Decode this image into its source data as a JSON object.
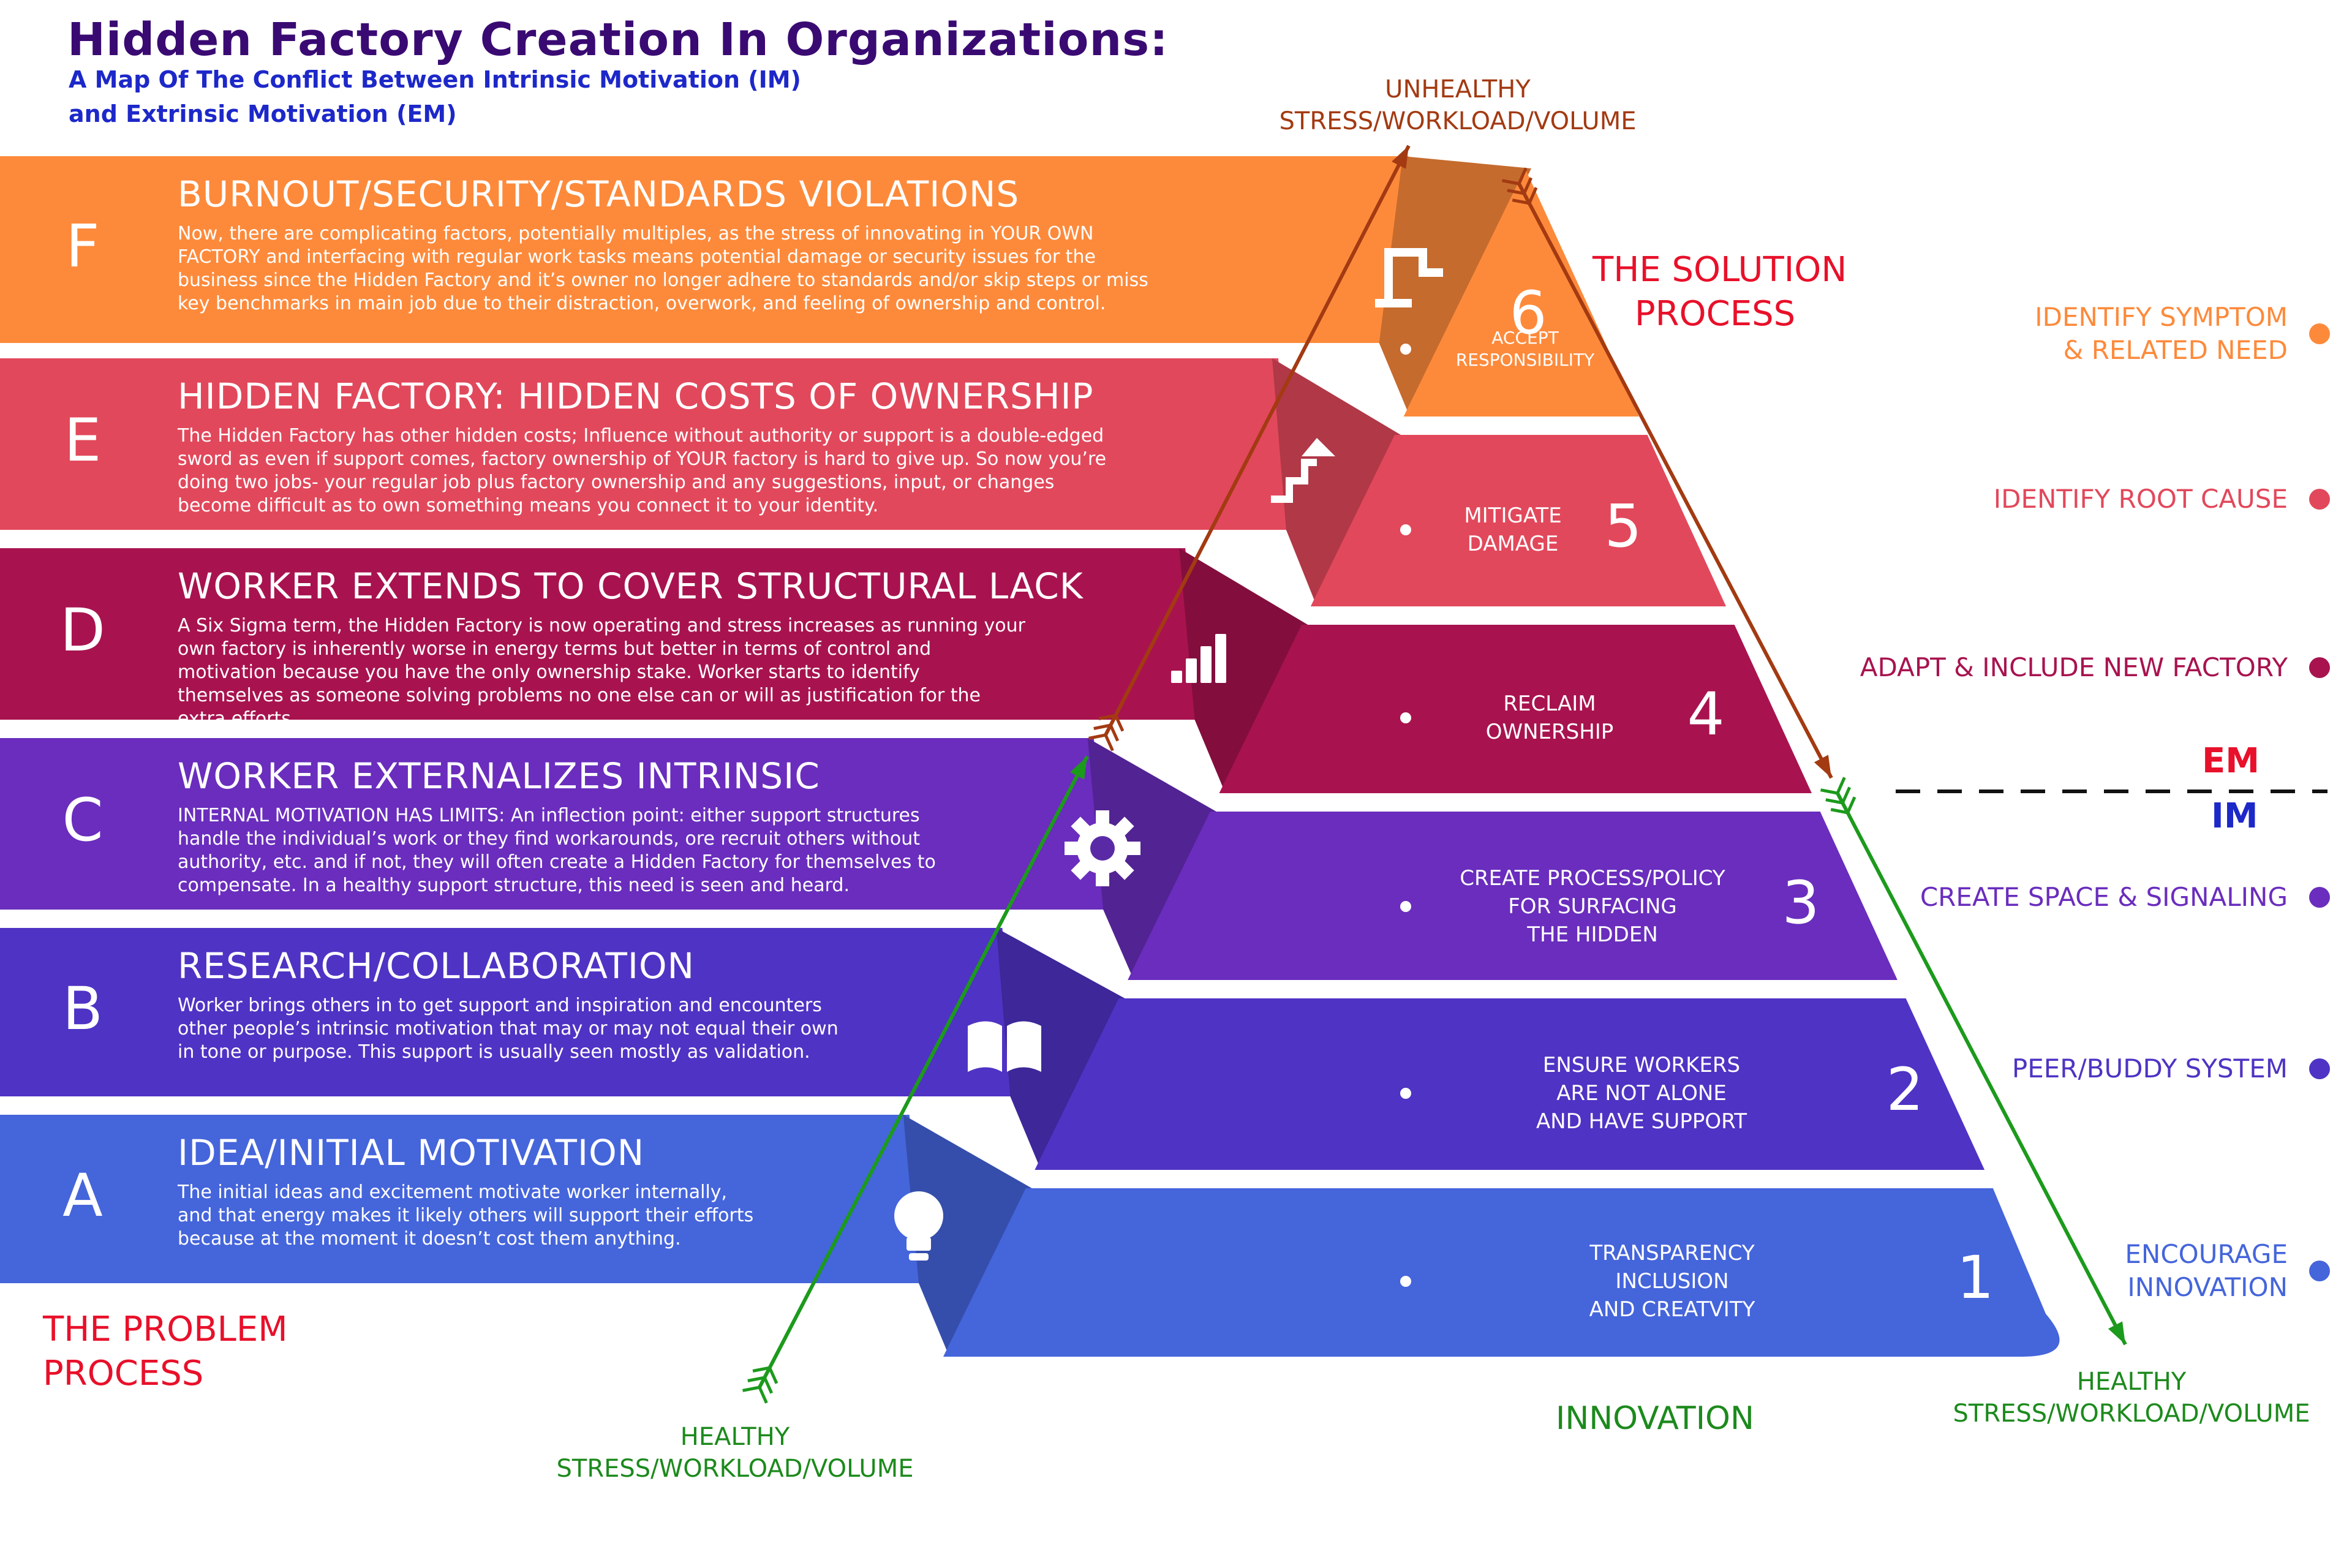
{
  "header": {
    "title": "Hidden Factory Creation In Organizations:",
    "subtitle_line1": "A Map Of The Conflict Between Intrinsic Motivation (IM)",
    "subtitle_line2": "and Extrinsic Motivation (EM)"
  },
  "stages": [
    {
      "letter": "A",
      "title": "IDEA/INITIAL MOTIVATION",
      "lines": [
        "The initial ideas and excitement motivate worker internally,",
        "and that energy makes it likely others will support their efforts",
        "because at the moment it doesn’t cost them anything."
      ],
      "color": "#4565db",
      "icon": "lightbulb-icon"
    },
    {
      "letter": "B",
      "title": "RESEARCH/COLLABORATION",
      "lines": [
        "Worker brings others in to get support and inspiration and encounters",
        "other people’s intrinsic motivation that may or may not equal their own",
        "in tone or purpose.  This support is usually seen mostly as validation."
      ],
      "color": "#4f33c4",
      "icon": "book-icon"
    },
    {
      "letter": "C",
      "title": "WORKER EXTERNALIZES INTRINSIC",
      "lines": [
        "INTERNAL MOTIVATION HAS LIMITS: An inflection point: either support structures",
        "handle the individual’s work or they find workarounds, ore recruit others without",
        "authority, etc. and if not, they will often create a Hidden Factory for themselves to",
        "compensate. In a healthy support structure, this need is seen and heard."
      ],
      "color": "#6a2dbd",
      "icon": "gear-icon"
    },
    {
      "letter": "D",
      "title": "WORKER EXTENDS TO COVER STRUCTURAL LACK",
      "lines": [
        "A Six Sigma term, the Hidden Factory is now operating and stress increases as running your",
        "own factory is inherently worse in energy terms but better in terms of control and",
        "motivation because you have the only ownership stake. Worker starts to identify",
        "themselves as someone solving problems no one else can or will as justification for the",
        "extra efforts."
      ],
      "color": "#a8134f",
      "icon": "bar-chart-icon"
    },
    {
      "letter": "E",
      "title": "HIDDEN FACTORY: HIDDEN COSTS OF OWNERSHIP",
      "lines": [
        "The Hidden Factory has other hidden costs; Influence without authority or support is a double-edged",
        "sword as even if support comes, factory ownership of YOUR factory is hard to give up. So now you’re",
        "doing two jobs- your regular job plus factory ownership and any suggestions, input, or changes",
        "become difficult as to own something means you connect it to your identity."
      ],
      "color": "#e2485b",
      "icon": "stairs-icon"
    },
    {
      "letter": "F",
      "title": "BURNOUT/SECURITY/STANDARDS VIOLATIONS",
      "lines": [
        "Now, there are complicating factors, potentially multiples, as the stress of innovating in YOUR OWN",
        "FACTORY and interfacing with regular work tasks means potential damage or security issues for the",
        "business since the Hidden Factory and it’s owner no longer adhere to standards and/or skip steps or miss",
        "key benchmarks in main job due to their distraction, overwork, and feeling of ownership and control."
      ],
      "color": "#fd8a3b",
      "icon": "flag-icon"
    }
  ],
  "steps": [
    {
      "number": "1",
      "lines": [
        "TRANSPARENCY",
        "INCLUSION",
        "AND CREATVITY"
      ]
    },
    {
      "number": "2",
      "lines": [
        "ENSURE WORKERS",
        "ARE NOT ALONE",
        "AND HAVE SUPPORT"
      ]
    },
    {
      "number": "3",
      "lines": [
        "CREATE PROCESS/POLICY",
        "FOR SURFACING",
        "THE HIDDEN"
      ]
    },
    {
      "number": "4",
      "lines": [
        "RECLAIM",
        "OWNERSHIP"
      ]
    },
    {
      "number": "5",
      "lines": [
        "MITIGATE",
        "DAMAGE"
      ]
    },
    {
      "number": "6",
      "lines": [
        "ACCEPT",
        "RESPONSIBILITY"
      ]
    }
  ],
  "legend": [
    {
      "lines": [
        "IDENTIFY SYMPTOM",
        "& RELATED NEED"
      ],
      "color": "#fd8a3b"
    },
    {
      "lines": [
        "IDENTIFY ROOT CAUSE"
      ],
      "color": "#e2485b"
    },
    {
      "lines": [
        "ADAPT & INCLUDE NEW FACTORY"
      ],
      "color": "#a8134f"
    },
    {
      "lines": [
        "CREATE SPACE & SIGNALING"
      ],
      "color": "#6a2dbd"
    },
    {
      "lines": [
        "PEER/BUDDY SYSTEM"
      ],
      "color": "#4f33c4"
    },
    {
      "lines": [
        "ENCOURAGE",
        "INNOVATION"
      ],
      "color": "#4565db"
    }
  ],
  "labels": {
    "unhealthy_line1": "UNHEALTHY",
    "unhealthy_line2": "STRESS/WORKLOAD/VOLUME",
    "healthy_left_line1": "HEALTHY",
    "healthy_left_line2": "STRESS/WORKLOAD/VOLUME",
    "healthy_right_line1": "HEALTHY",
    "healthy_right_line2": "STRESS/WORKLOAD/VOLUME",
    "solution_line1": "THE SOLUTION",
    "solution_line2": "PROCESS",
    "problem_line1": "THE PROBLEM",
    "problem_line2": "PROCESS",
    "innovation": "INNOVATION",
    "em": "EM",
    "im": "IM"
  },
  "colors": {
    "title": "#3a0a73",
    "subtitle": "#1d28c9",
    "red_label": "#e8102a",
    "green_label": "#1c8a1c",
    "brown_label": "#a33a12",
    "em_color": "#e8102a",
    "im_color": "#1d28c9",
    "shade": "rgba(0,0,0,0.22)"
  }
}
